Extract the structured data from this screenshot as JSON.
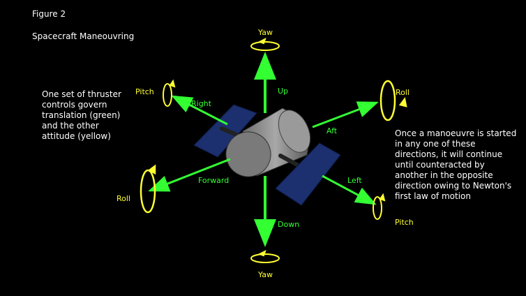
{
  "figure_label": "Figure 2",
  "title": "Spacecraft Maneouvring",
  "left_note": "One set of thruster controls govern translation (green) and the other attitude (yellow)",
  "right_note": "Once a manoeuvre is started in any one of these directions, it will continue until counteracted by another in the opposite direction owing to Newton's first law of motion",
  "translation_labels": {
    "up": "Up",
    "down": "Down",
    "right": "Right",
    "left": "Left",
    "aft": "Aft",
    "forward": "Forward"
  },
  "attitude_labels": {
    "yaw_top": "Yaw",
    "yaw_bottom": "Yaw",
    "pitch_left": "Pitch",
    "pitch_right": "Pitch",
    "roll_left": "Roll",
    "roll_right": "Roll"
  },
  "colors": {
    "background": "#000000",
    "translation": "#33ff33",
    "attitude": "#ffff33",
    "text": "#ffffff",
    "body": "#8c8c8c",
    "panel": "#1c2f6e"
  }
}
